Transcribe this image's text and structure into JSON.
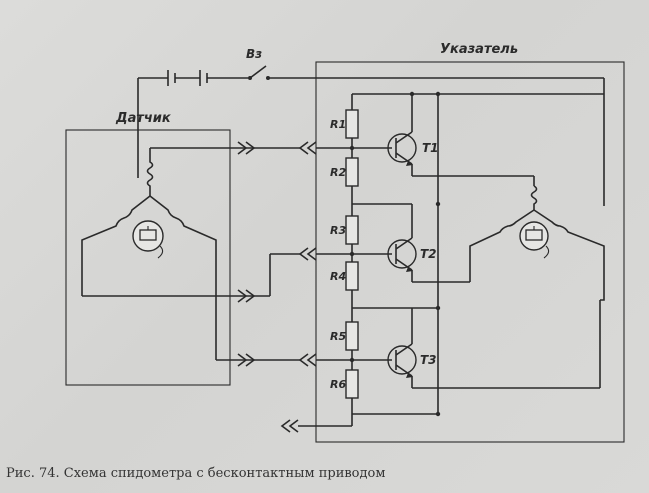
{
  "labels": {
    "indicator": "Указатель",
    "sensor": "Датчик",
    "switch": "Вз",
    "r1": "R1",
    "r2": "R2",
    "r3": "R3",
    "r4": "R4",
    "r5": "R5",
    "r6": "R6",
    "t1": "T1",
    "t2": "T2",
    "t3": "T3"
  },
  "caption": "Рис. 74. Схема спидометра с бесконтактным приводом"
}
